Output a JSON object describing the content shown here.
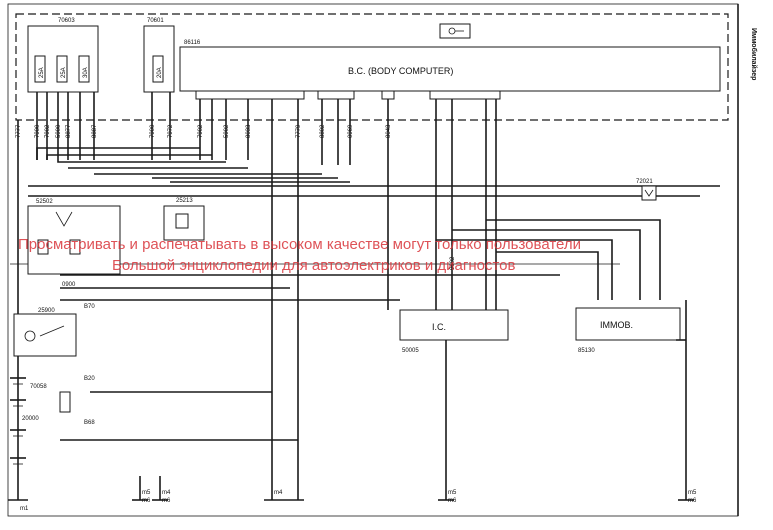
{
  "header": {
    "side_title": "Иммобилайзер"
  },
  "modules": {
    "bc_label": "B.C. (BODY COMPUTER)",
    "bc_code": "86116",
    "fuse1_code": "70603",
    "fuse2_code": "70601",
    "ic_label": "I.C.",
    "ic_code": "50005",
    "immob_label": "IMMOB.",
    "immob_code": "85130",
    "relay1_code": "52502",
    "relay2_code": "25213",
    "switch_code": "25900",
    "fuse3_code": "70058",
    "battery_code": "20000",
    "antenna_code": "72021"
  },
  "fuses": [
    "25A",
    "25A",
    "30A",
    "20A"
  ],
  "wires_left": [
    "7777",
    "7900",
    "7902",
    "5900",
    "8877",
    "8887"
  ],
  "wires_mid": [
    "7900",
    "7972",
    "7902",
    "5902",
    "8033",
    "7779"
  ],
  "wires_right": [
    "8802",
    "0969",
    "8043",
    "9002",
    "0900"
  ],
  "ground_labels": [
    "m1",
    "m5",
    "m6",
    "m4",
    "m6",
    "m4",
    "m5",
    "m6",
    "m5",
    "m6"
  ],
  "misc_labels": {
    "b70": "B70",
    "b20": "B20",
    "b68": "B68",
    "m": "m"
  },
  "watermark": {
    "line1": "Просматривать и распечатывать в высоком качестве могут только пользователи",
    "line2": "Большой энциклопедии для автоэлектриков и диагностов"
  },
  "colors": {
    "watermark": "#d9343a",
    "ink": "#1a1a1a"
  }
}
